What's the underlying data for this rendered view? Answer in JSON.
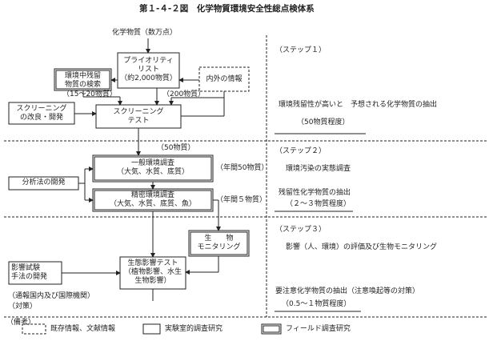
{
  "figure_title": "第１-４-２図　化学物質環境安全性総点検体系",
  "flow": {
    "chemicals": "化学物質（数万点）",
    "env_search": "環境中残留\n物質の検索",
    "priority_list": "プライオリティ\nリスト\n（約2,000物質）",
    "domestic_info": "内外の情報",
    "count_15_20": "（15～20物質）",
    "count_200": "（200物質）",
    "screening_improve": "スクリーニング\nの改良・開発",
    "screening_test": "スクリーニング\nテスト",
    "count_50": "（50物質）",
    "general_survey": "一般環境調査\n（大気、水質、底質）",
    "yearly_50": "（年間50物質）",
    "analysis_dev": "分析法の開発",
    "detailed_survey": "精密環境調査\n（大気、水質、底質、魚）",
    "yearly_5": "（年間５物質）",
    "bio_monitoring": "生　　物\nモニタリング",
    "impact_dev": "影響試験\n手法の開発",
    "eco_test": "生態影響テスト\n（植物影響、水生\n生物影響）",
    "notify": "（通報国内及び国際機関）",
    "measures": "（対策）"
  },
  "steps": [
    {
      "label": "（ステップ１）",
      "desc": "環境残留性が高いと　予想される化学物質の抽出",
      "note": "（50物質程度）"
    },
    {
      "label": "（ステップ２）",
      "desc": "環境汚染の実態調査",
      "desc2": "残留性化学物質の抽出",
      "note": "（２～３物質程度）"
    },
    {
      "label": "（ステップ３）",
      "desc": "影響（人、環境）の評価及び生物モニタリング",
      "desc2": "要注意化学物質の抽出（注意喚起等の対策）",
      "note": "（0.5～１物質程度）"
    }
  ],
  "legend": {
    "title": "（備考）",
    "items": [
      "既存情報、文献情報",
      "実験室的調査研究",
      "フィールド調査研究"
    ]
  }
}
